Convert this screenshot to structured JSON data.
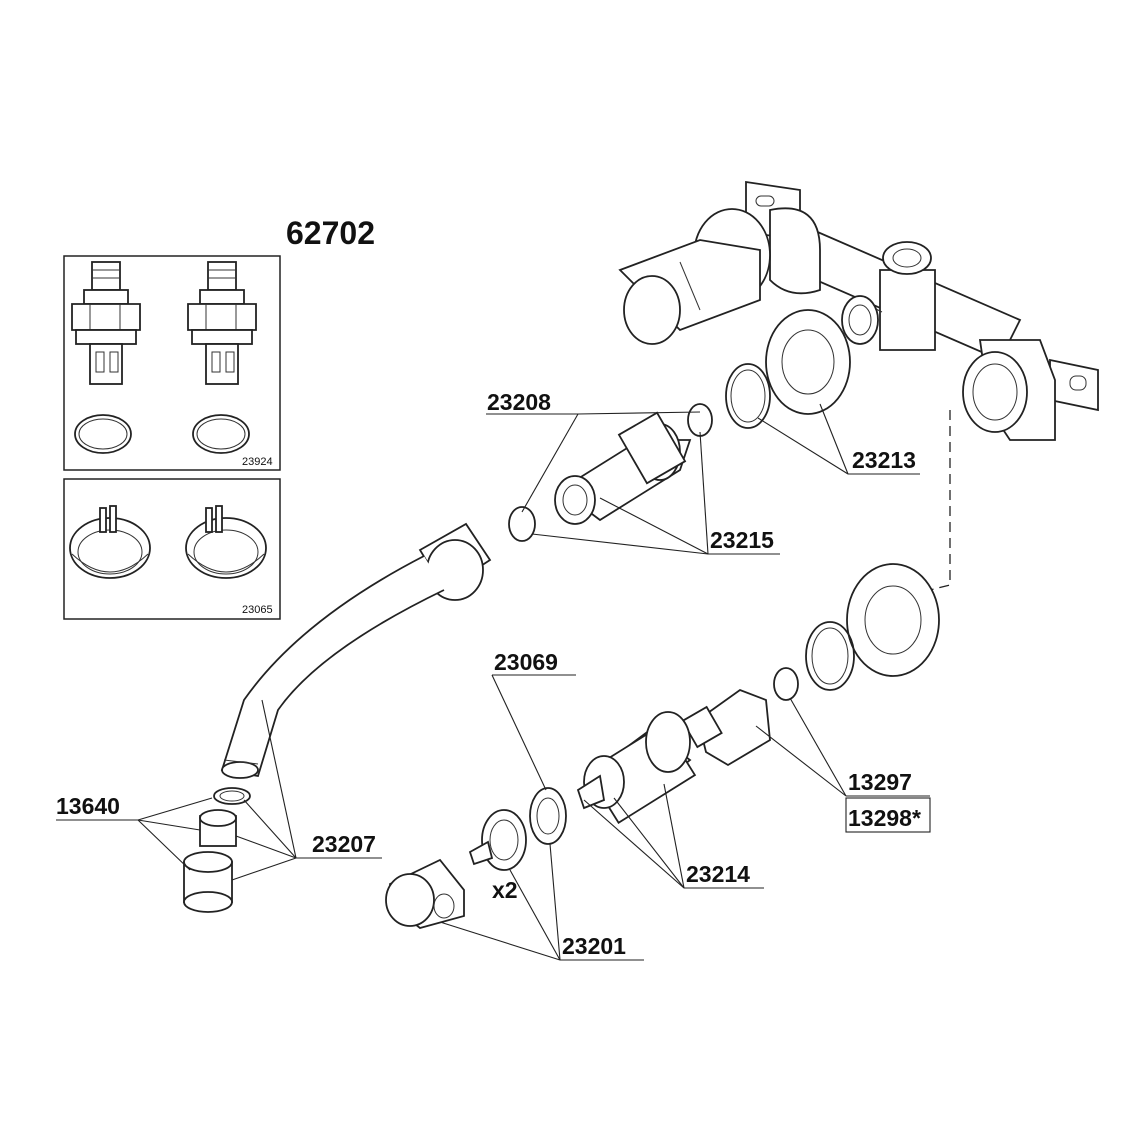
{
  "title": "62702",
  "insets": [
    {
      "code": "23924",
      "items": [
        "cartridge",
        "cartridge",
        "o-ring",
        "o-ring"
      ]
    },
    {
      "code": "23065",
      "items": [
        "handle-adapter",
        "handle-adapter"
      ]
    }
  ],
  "parts": [
    {
      "id": "p23208",
      "number": "23208"
    },
    {
      "id": "p23213",
      "number": "23213"
    },
    {
      "id": "p23215",
      "number": "23215"
    },
    {
      "id": "p23069",
      "number": "23069"
    },
    {
      "id": "p13640",
      "number": "13640"
    },
    {
      "id": "p23207",
      "number": "23207"
    },
    {
      "id": "p13297",
      "number": "13297"
    },
    {
      "id": "p13298",
      "number": "13298*"
    },
    {
      "id": "p23214",
      "number": "23214"
    },
    {
      "id": "p23201",
      "number": "23201"
    }
  ],
  "quantity_note": "x2",
  "colors": {
    "line": "#222222",
    "background": "#ffffff"
  }
}
